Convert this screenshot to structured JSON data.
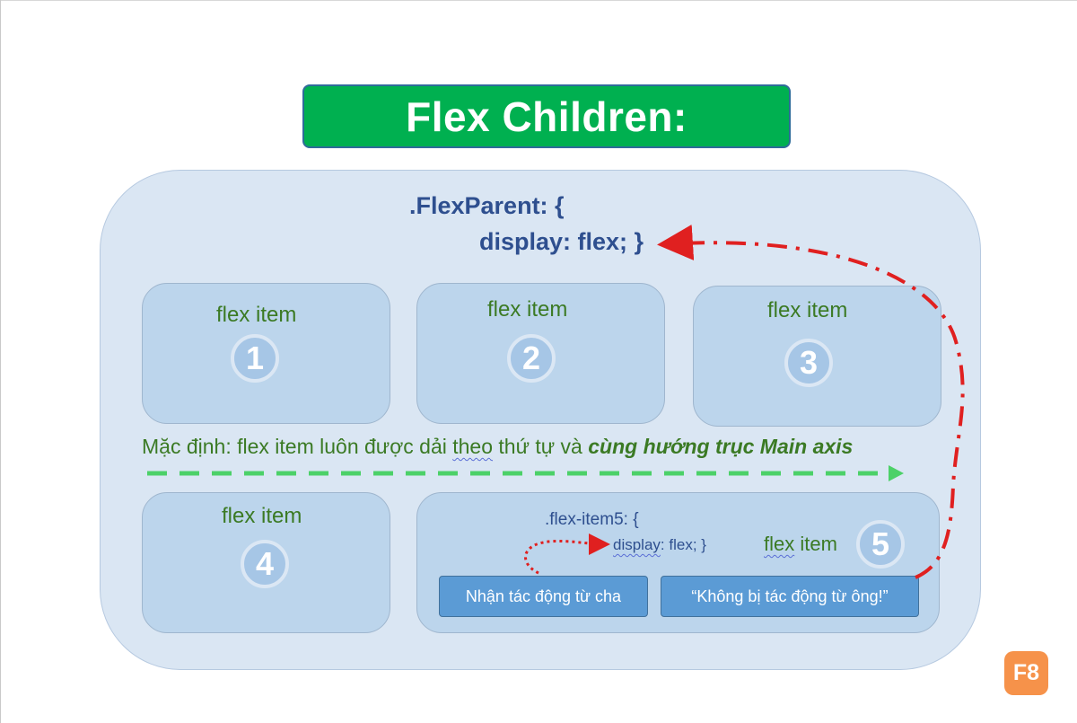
{
  "title": "Flex Children:",
  "parent": {
    "code_line1": ".FlexParent: {",
    "code_line2": "display: flex; }"
  },
  "items": [
    {
      "label": "flex item",
      "number": "1"
    },
    {
      "label": "flex item",
      "number": "2"
    },
    {
      "label": "flex item",
      "number": "3"
    },
    {
      "label": "flex item",
      "number": "4"
    }
  ],
  "note": {
    "prefix": "Mặc định: flex item luôn được dải ",
    "underlined": "theo",
    "middle": " thứ tự và ",
    "emphasis": "cùng hướng trục Main axis"
  },
  "item5": {
    "code_line1": ".flex-item5: {",
    "code_line2_underlined": "display",
    "code_line2_rest": ": flex; }",
    "label_underlined": "flex",
    "label_rest": " item",
    "number": "5",
    "button_left": "Nhận tác động từ cha",
    "button_right": "“Không bị tác động từ ông!”"
  },
  "logo": "F8",
  "colors": {
    "title_bg": "#00b050",
    "parent_bg": "#dae6f3",
    "item_bg": "#bcd5ec",
    "item_text": "#3b7a24",
    "code_text": "#2e4f8f",
    "button_bg": "#5b9bd5",
    "red_arrow": "#e02020",
    "green_arrow": "#4cd168",
    "logo_bg": "#f6924a"
  }
}
